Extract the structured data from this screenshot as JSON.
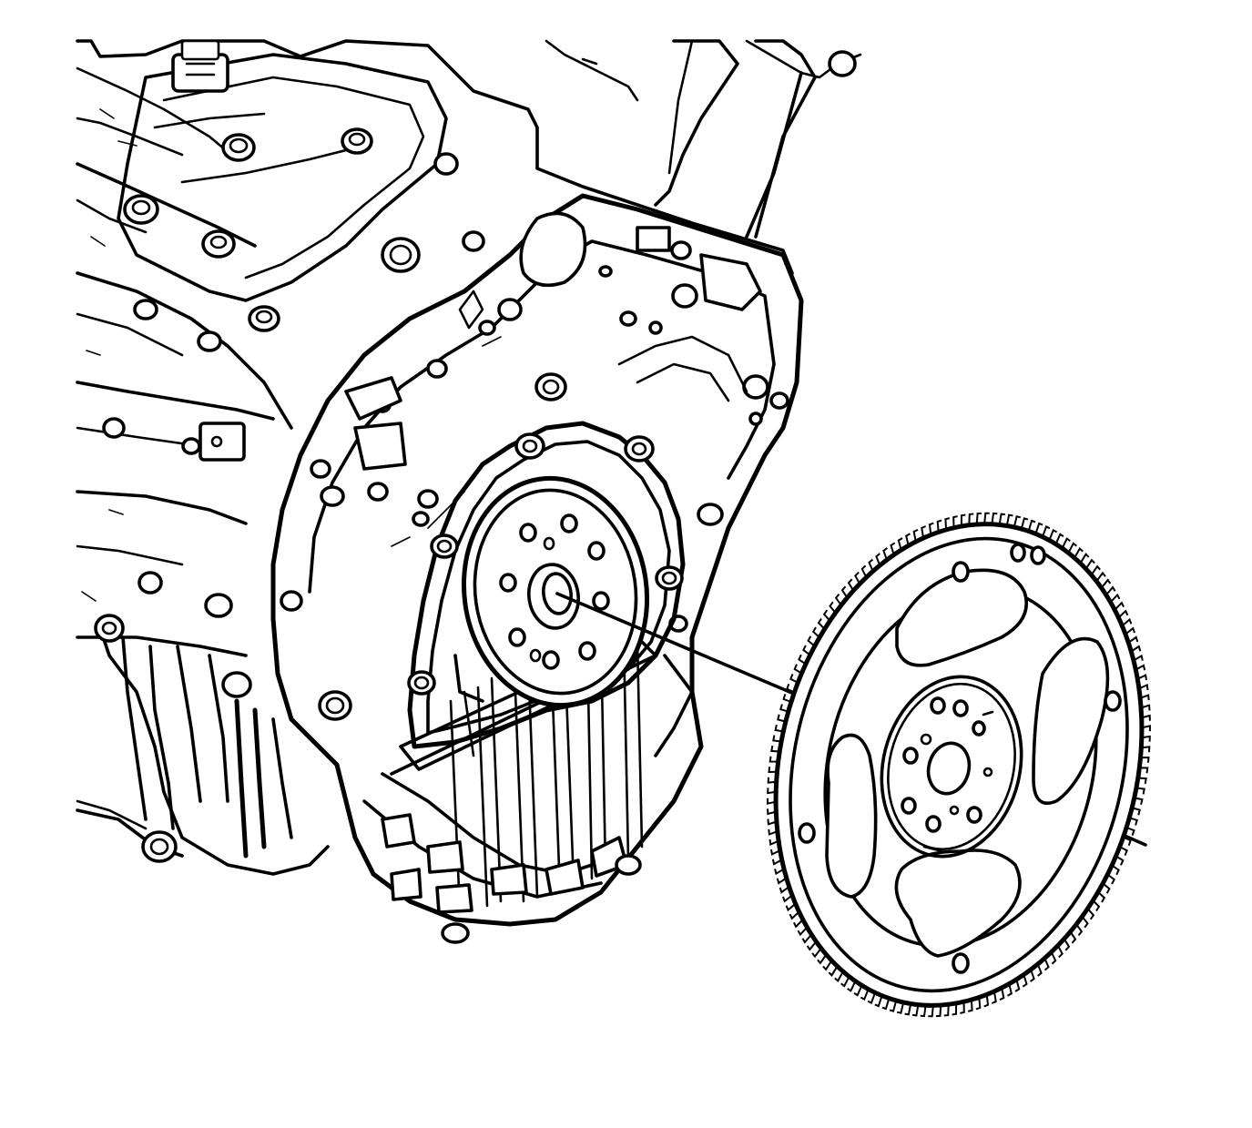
{
  "diagram": {
    "type": "technical-line-illustration",
    "components": [
      {
        "id": "engine-block",
        "icon": "engine-block-icon"
      },
      {
        "id": "crankshaft-flange",
        "icon": "crankshaft-flange-icon"
      },
      {
        "id": "rear-main-seal-housing",
        "icon": "seal-housing-icon"
      },
      {
        "id": "flywheel-flexplate",
        "icon": "flexplate-icon"
      },
      {
        "id": "alignment-line",
        "icon": "alignment-line-icon"
      }
    ],
    "colors": {
      "stroke": "#000000",
      "background": "#ffffff"
    }
  }
}
